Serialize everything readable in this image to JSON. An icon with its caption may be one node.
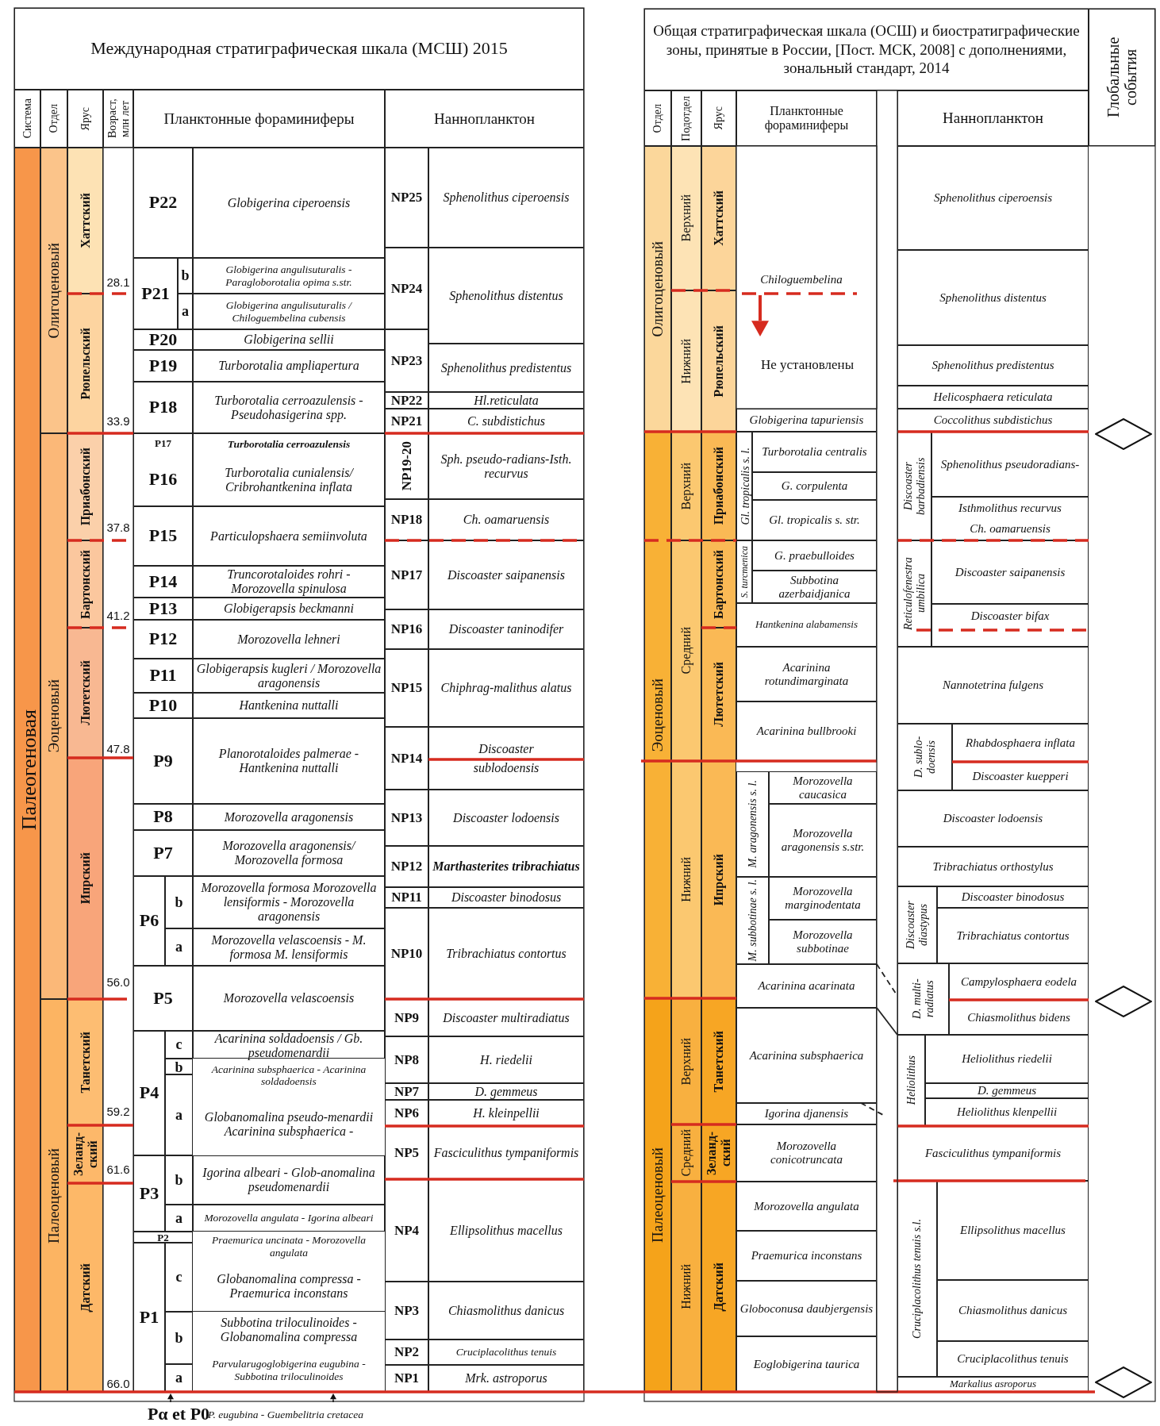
{
  "diagram": {
    "labels": [
      "Международная стратиграфическая шкала (МСШ) 2015",
      "Система",
      "Отдел",
      "Ярус",
      "Возраст, млн лет",
      "Планктонные фораминиферы",
      "Наннопланктон",
      "Палеогеновая",
      "Олигоценовый",
      "Хаттский",
      "28.1",
      "P22",
      "Globigerina ciperoensis",
      "NP25",
      "Sphenolithus ciperoensis",
      "P21",
      "b",
      "Globigerina angulisuturalis - Paragloborotalia opima s.str.",
      "NP24",
      "Sphenolithus distentus",
      "Рюпельский",
      "a",
      "Globigerina angulisuturalis / Chiloguembelina cubensis",
      "P20",
      "Globigerina sellii",
      "NP23",
      "P19",
      "Turborotalia ampliapertura",
      "Sphenolithus predistentus",
      "P18",
      "Turborotalia cerroazulensis - Pseudohasigerina spp.",
      "NP22",
      "Hl.reticulata",
      "33.9",
      "NP21",
      "C. subdistichus",
      "Эоценовый",
      "Приабонский",
      "P17",
      "Turborotalia cerroazulensis",
      "NP19-20",
      "Sph. pseudo-radians-Isth. recurvus",
      "P16",
      "Turborotalia cunialensis/ Cribrohantkenina inflata",
      "NP18",
      "Ch. oamaruensis",
      "37.8",
      "P15",
      "Particulopshaera semiinvoluta",
      "Бартонский",
      "NP17",
      "Discoaster saipanensis",
      "P14",
      "Truncorotaloides rohri - Morozovella spinulosa",
      "P13",
      "Globigerapsis beckmanni",
      "41.2",
      "NP16",
      "Discoaster taninodifer",
      "P12",
      "Morozovella lehneri",
      "Лютетский",
      "NP15",
      "Chiphrag-malithus alatus",
      "P11",
      "Globigerapsis kugleri / Morozovella aragonensis",
      "P10",
      "Hantkenina nuttalli",
      "P9",
      "Planorotaloides palmerae - Hantkenina nuttalli",
      "NP14",
      "Discoaster sublodoensis",
      "47.8",
      "Ипрский",
      "P8",
      "Morozovella aragonensis",
      "NP13",
      "Discoaster lodoensis",
      "P7",
      "Morozovella aragonensis/ Morozovella formosa",
      "NP12",
      "Marthasterites tribrachiatus",
      "P6",
      "b",
      "Morozovella formosa Morozovella lensiformis - Morozovella aragonensis",
      "NP11",
      "Discoaster binodosus",
      "NP10",
      "Tribrachiatus contortus",
      "a",
      "Morozovella velascoensis - M. formosa M. lensiformis",
      "56.0",
      "P5",
      "Morozovella velascoensis",
      "Палеоценовый",
      "Танетский",
      "NP9",
      "Discoaster multiradiatus",
      "P4",
      "c",
      "Acarinina soldadoensis / Gb. pseudomenardii",
      "NP8",
      "H. riedelii",
      "b",
      "Acarinina subsphaerica - Acarinina soldadoensis",
      "NP7",
      "D. gemmeus",
      "a",
      "Globanomalina pseudo-menardii Acarinina subsphaerica -",
      "NP6",
      "H. kleinpellii",
      "59.2",
      "Зеланд-ский",
      "NP5",
      "Fasciculithus tympaniformis",
      "P3",
      "b",
      "Igorina albeari - Glob-anomalina pseudomenardii",
      "61.6",
      "Датский",
      "NP4",
      "Ellipsolithus macellus",
      "a",
      "Morozovella angulata - Igorina albeari",
      "P2",
      "Praemurica uncinata - Morozovella angulata",
      "NP3",
      "Chiasmolithus danicus",
      "P1",
      "c",
      "Globanomalina compressa - Praemurica inconstans",
      "b",
      "Subbotina triloculinoides - Globanomalina compressa",
      "NP2",
      "Cruciplacolithus tenuis",
      "a",
      "Parvularugoglobigerina eugubina - Subbotina triloculinoides",
      "66.0",
      "NP1",
      "Mrk. astroporus",
      "Pα et P0",
      "P. eugubina - Guembelitria cretacea",
      "Общая стратиграфическая шкала (ОСШ) и биостратиграфические зоны, принятые в России, [Пост. МСК, 2008] с дополнениями, зональный стандарт, 2014",
      "Глобальные события",
      "Отдел",
      "Подотдел",
      "Ярус",
      "Планктонные фораминиферы",
      "Наннопланктон",
      "Олигоценовый",
      "Верхний",
      "Хаттский",
      "Sphenolithus ciperoensis",
      "Chiloguembelina",
      "Sphenolithus distentus",
      "Нижний",
      "Рюпельский",
      "Не установлены",
      "Sphenolithus predistentus",
      "Helicosphaera reticulata",
      "Globigerina tapuriensis",
      "Coccolithus subdistichus",
      "Эоценовый",
      "Верхний",
      "Приабонский",
      "Gl. tropicalis s. l.",
      "Turborotalia centralis",
      "Discoaster barbadiensis",
      "Sphenolithus pseudoradians-",
      "G. corpulenta",
      "Isthmolithus recurvus",
      "Gl. tropicalis s. str.",
      "Ch. oamaruensis",
      "Средний",
      "Бартонский",
      "S. turcmenica",
      "G. praebulloides",
      "Reticulofenestra umbilica",
      "Discoaster saipanensis",
      "Subbotina azerbaidjanica",
      "Hantkenina alabamensis",
      "Discoaster bifax",
      "Лютетский",
      "Acarinina rotundimarginata",
      "Nannotetrina fulgens",
      "Acarinina bullbrooki",
      "D. sublo-doensis",
      "Rhabdosphaera inflata",
      "Нижний",
      "Ипрский",
      "M. aragonensis s. l.",
      "Morozovella caucasica",
      "Discoaster kuepperi",
      "Discoaster lodoensis",
      "Morozovella aragonensis s.str.",
      "Tribrachiatus orthostylus",
      "M. subbotinae s. l.",
      "Morozovella marginodentata",
      "Discoaster diastypus",
      "Discoaster binodosus",
      "Tribrachiatus contortus",
      "Morozovella subbotinae",
      "Acarinina acarinata",
      "D. multi-radiatus",
      "Campylosphaera eodela",
      "Палеоценовый",
      "Верхний",
      "Танетский",
      "Chiasmolithus bidens",
      "Acarinina subsphaerica",
      "Heliolithus",
      "Heliolithus riedelii",
      "D. gemmeus",
      "Igorina djanensis",
      "Heliolithus klenpellii",
      "Средний",
      "Зеланд-ский",
      "Morozovella conicotruncata",
      "Fasciculithus tympaniformis",
      "Нижний",
      "Датский",
      "Morozovella angulata",
      "Cruciplacolithus tenuis s.l.",
      "Ellipsolithus macellus",
      "Praemurica inconstans",
      "Chiasmolithus danicus",
      "Globoconusa daubjergensis",
      "Eoglobigerina taurica",
      "Cruciplacolithus tenuis",
      "Markalius asroporus"
    ],
    "nodes": [
      {
        "text": [],
        "shape": "diamond"
      },
      {
        "text": [],
        "shape": "diamond"
      },
      {
        "text": [],
        "shape": "diamond"
      }
    ]
  }
}
